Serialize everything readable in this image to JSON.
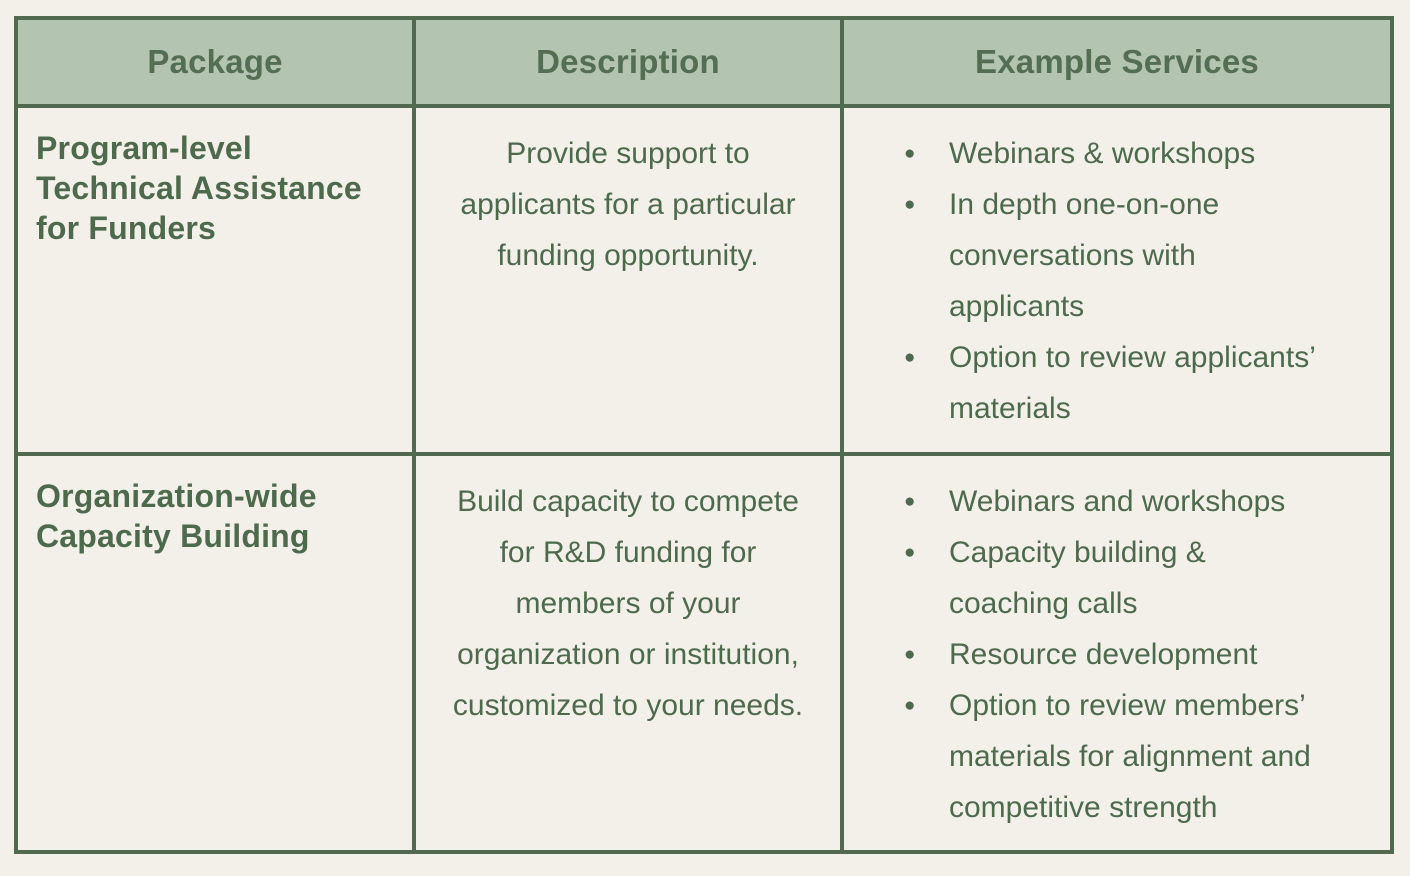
{
  "theme": {
    "page_bg": "#f3f0e9",
    "header_bg": "#b3c4b0",
    "border_color": "#51694e",
    "header_text": "#546e54",
    "body_text": "#4e6a4d"
  },
  "table": {
    "columns": [
      "Package",
      "Description",
      "Example Services"
    ],
    "rows": [
      {
        "package": "Program-level Technical Assistance for Funders",
        "description": "Provide support to applicants for a particular funding opportunity.",
        "services": [
          "Webinars & workshops",
          "In depth one-on-one conversations with applicants",
          "Option to review applicants’ materials"
        ]
      },
      {
        "package": "Organization-wide Capacity Building",
        "description": "Build capacity to compete for R&D funding for members of your organization or institution, customized to your needs.",
        "services": [
          "Webinars and workshops",
          "Capacity building & coaching calls",
          "Resource development",
          "Option to review members’ materials for alignment and competitive strength"
        ]
      }
    ],
    "bullet_glyph": "●"
  }
}
